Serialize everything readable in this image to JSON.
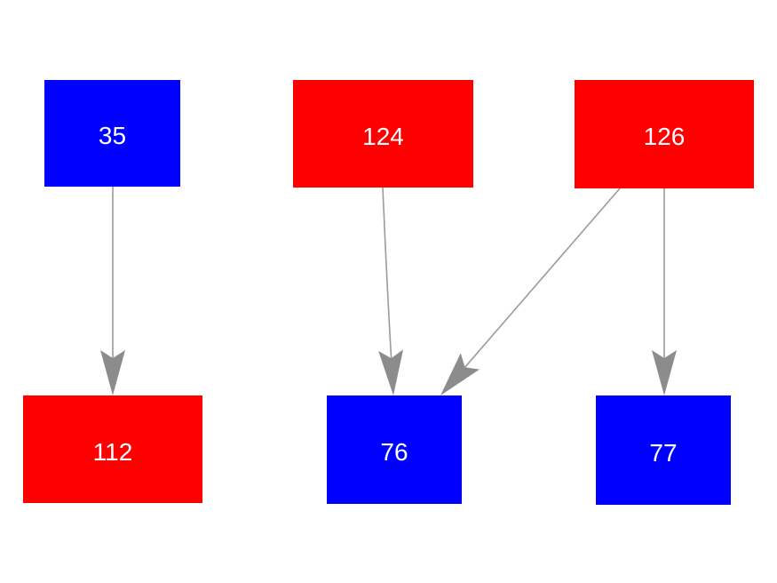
{
  "diagram": {
    "background": "#ffffff",
    "edge_line_color": "#9b9b9b",
    "arrow_color": "#8c8c8c",
    "node_colors": {
      "blue": "#0000ff",
      "red": "#ff0000"
    },
    "nodes": [
      {
        "id": "35",
        "label": "35",
        "color": "#0000ff",
        "text_color": "#ffffff"
      },
      {
        "id": "124",
        "label": "124",
        "color": "#ff0000",
        "text_color": "#ffffff"
      },
      {
        "id": "126",
        "label": "126",
        "color": "#ff0000",
        "text_color": "#ffffff"
      },
      {
        "id": "112",
        "label": "112",
        "color": "#ff0000",
        "text_color": "#ffffff"
      },
      {
        "id": "76",
        "label": "76",
        "color": "#0000ff",
        "text_color": "#ffffff"
      },
      {
        "id": "77",
        "label": "77",
        "color": "#0000ff",
        "text_color": "#ffffff"
      }
    ],
    "edges": [
      {
        "from": "35",
        "to": "112"
      },
      {
        "from": "124",
        "to": "76"
      },
      {
        "from": "126",
        "to": "76"
      },
      {
        "from": "126",
        "to": "77"
      }
    ]
  }
}
